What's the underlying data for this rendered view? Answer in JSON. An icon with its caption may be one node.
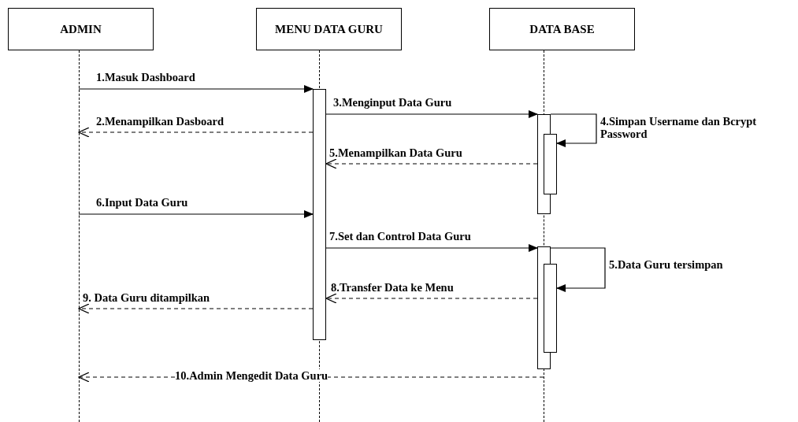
{
  "diagram": {
    "nodes": [
      {
        "text": [
          "ADMIN"
        ]
      },
      {
        "text": [
          "MENU DATA GURU"
        ]
      },
      {
        "text": [
          "DATA BASE"
        ]
      },
      {
        "text": [],
        "shape": "line"
      },
      {
        "text": [],
        "shape": "line"
      },
      {
        "text": [],
        "shape": "line"
      },
      {
        "text": [],
        "shape": "bar"
      },
      {
        "text": [],
        "shape": "bar"
      },
      {
        "text": [],
        "shape": "bar"
      },
      {
        "text": [],
        "shape": "bar"
      },
      {
        "text": [],
        "shape": "bar"
      }
    ],
    "edges": [
      {
        "from": 3,
        "to": 6,
        "arrow": "to",
        "label": "1.Masuk Dashboard"
      },
      {
        "from": 6,
        "to": 3,
        "arrow": "to",
        "label": "2.Menampilkan Dasboard",
        "style": "dashed"
      },
      {
        "from": 6,
        "to": 7,
        "arrow": "to",
        "label": "3.Menginput Data Guru"
      },
      {
        "from": 7,
        "to": 8,
        "arrow": "to",
        "label": "4.Simpan Username dan Bcrypt Password"
      },
      {
        "from": 7,
        "to": 6,
        "arrow": "to",
        "label": "5.Menampilkan Data Guru",
        "style": "dashed"
      },
      {
        "from": 3,
        "to": 6,
        "arrow": "to",
        "label": "6.Input Data Guru"
      },
      {
        "from": 6,
        "to": 9,
        "arrow": "to",
        "label": "7.Set dan Control Data Guru"
      },
      {
        "from": 9,
        "to": 10,
        "arrow": "to",
        "label": "5.Data Guru tersimpan"
      },
      {
        "from": 9,
        "to": 6,
        "arrow": "to",
        "label": "8.Transfer Data ke Menu",
        "style": "dashed"
      },
      {
        "from": 6,
        "to": 3,
        "arrow": "to",
        "label": "9. Data Guru ditampilkan",
        "style": "dashed"
      },
      {
        "from": 5,
        "to": 3,
        "arrow": "to",
        "label": "10.Admin Mengedit Data Guru",
        "style": "dashed"
      }
    ]
  }
}
